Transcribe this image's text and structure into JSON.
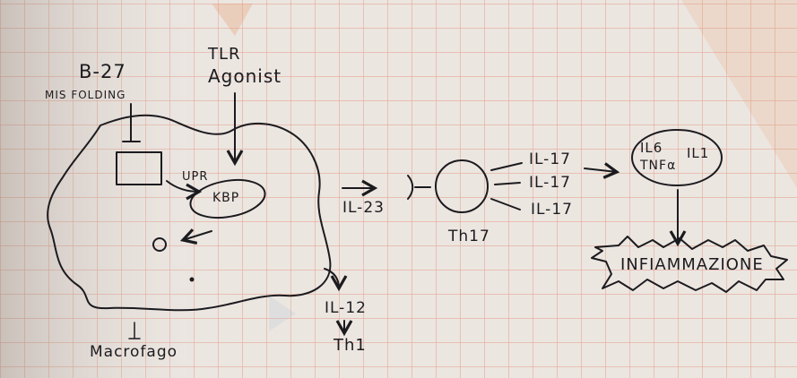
{
  "diagram": {
    "colors": {
      "paper": "#ece6e1",
      "grid": "#e4a896",
      "ink": "#1b1b1f",
      "watermark": "#e8a27a"
    },
    "labels": {
      "b27": "B-27",
      "misfolding": "MIS FOLDING",
      "tlr_line1": "TLR",
      "tlr_line2": "Agonist",
      "upr": "UPR",
      "kbp": "KBP",
      "il23": "IL-23",
      "th17": "Th17",
      "il17_a": "IL-17",
      "il17_b": "IL-17",
      "il17_c": "IL-17",
      "il6": "IL6",
      "il1": "IL1",
      "tnfa": "TNFα",
      "infiammazione": "INFIAMMAZIONE",
      "il12": "IL-12",
      "th1": "Th1",
      "macrofago": "Macrofago"
    }
  }
}
